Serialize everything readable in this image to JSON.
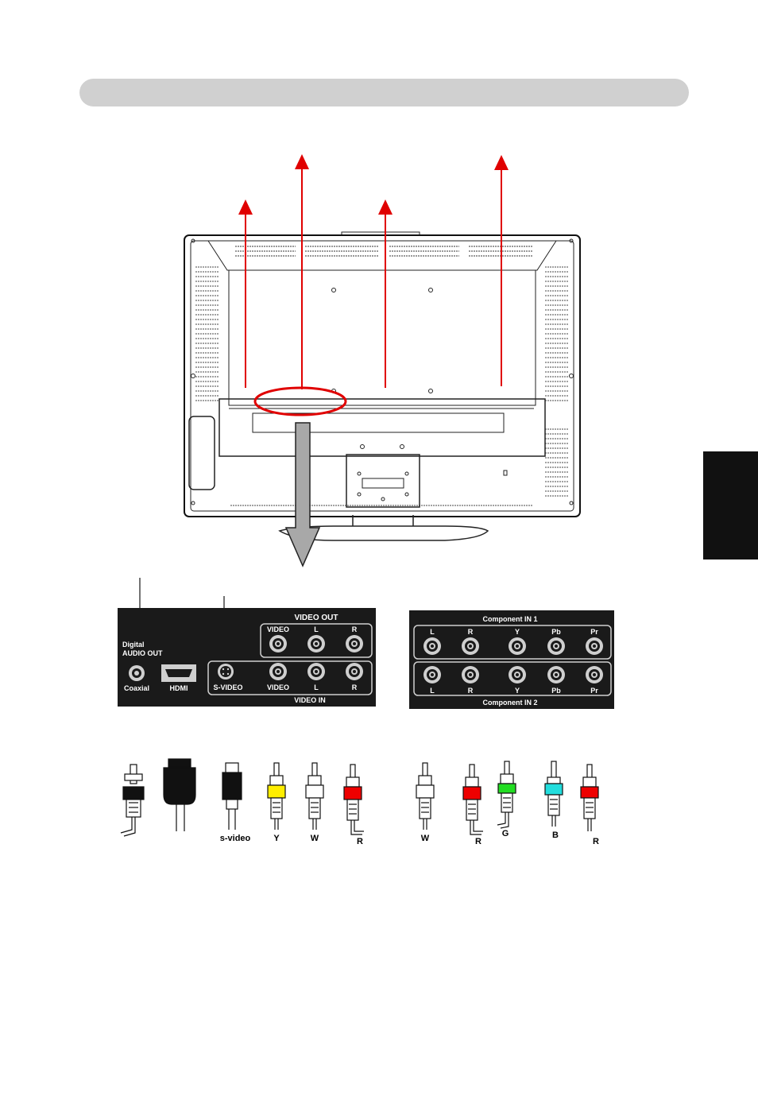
{
  "left_panel": {
    "video_out_title": "VIDEO OUT",
    "video_out_ports": [
      "VIDEO",
      "L",
      "R"
    ],
    "digital_line1": "Digital",
    "digital_line2": "AUDIO  OUT",
    "coaxial": "Coaxial",
    "hdmi": "HDMI",
    "video_in_ports": [
      "S-VIDEO",
      "VIDEO",
      "L",
      "R"
    ],
    "video_in_title": "VIDEO  IN"
  },
  "right_panel": {
    "top_title": "Component    IN  1",
    "bottom_title": "Component    IN  2",
    "ports": [
      "L",
      "R",
      "Y",
      "Pb",
      "Pr"
    ]
  },
  "cables": {
    "svideo": "s-video",
    "y": "Y",
    "w1": "W",
    "r1": "R",
    "w2": "W",
    "r2": "R",
    "g": "G",
    "b": "B",
    "r3": "R"
  },
  "colors": {
    "arrow_red": "#e00000",
    "panel_bg": "#1a1a1a",
    "yellow": "#ffee00",
    "red": "#ee0000",
    "green": "#22dd22",
    "cyan": "#22dddd"
  }
}
